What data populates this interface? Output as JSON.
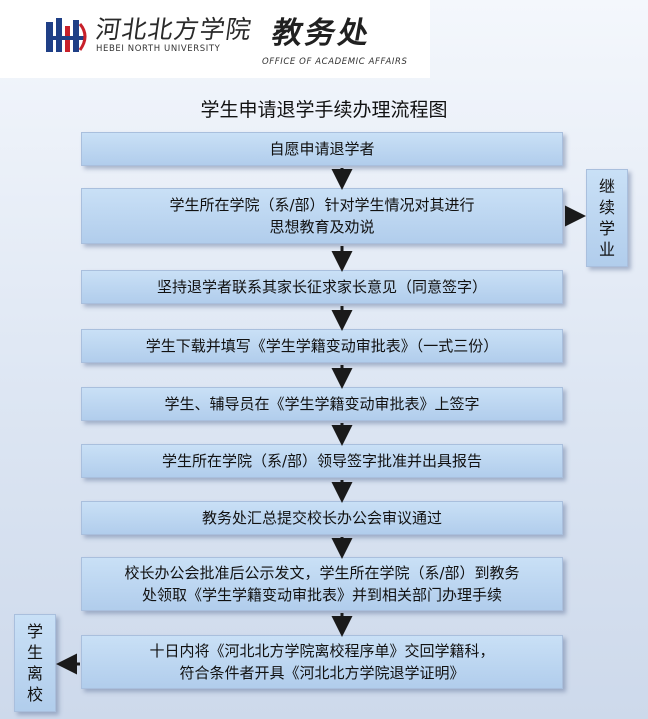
{
  "header": {
    "university_cn": "河北北方学院",
    "university_en": "HEBEI NORTH UNIVERSITY",
    "office_cn": "教务处",
    "office_en": "OFFICE OF ACADEMIC AFFAIRS",
    "logo": "hebei-north-university-logo"
  },
  "title": "学生申请退学手续办理流程图",
  "steps": [
    "自愿申请退学者",
    "学生所在学院（系/部）针对学生情况对其进行\n思想教育及劝说",
    "坚持退学者联系其家长征求家长意见（同意签字）",
    "学生下载并填写《学生学籍变动审批表》（一式三份）",
    "学生、辅导员在《学生学籍变动审批表》上签字",
    "学生所在学院（系/部）领导签字批准并出具报告",
    "教务处汇总提交校长办公会审议通过",
    "校长办公会批准后公示发文，学生所在学院（系/部）到教务\n处领取《学生学籍变动审批表》并到相关部门办理手续",
    "十日内将《河北北方学院离校程序单》交回学籍科，\n符合条件者开具《河北北方学院退学证明》"
  ],
  "side_boxes": {
    "continue": "继\n续\n学\n业",
    "leave": "学\n生\n离\n校"
  },
  "colors": {
    "box_top": "#c9e0f6",
    "box_bottom": "#b1cdec",
    "arrow": "#1a1a1a"
  }
}
